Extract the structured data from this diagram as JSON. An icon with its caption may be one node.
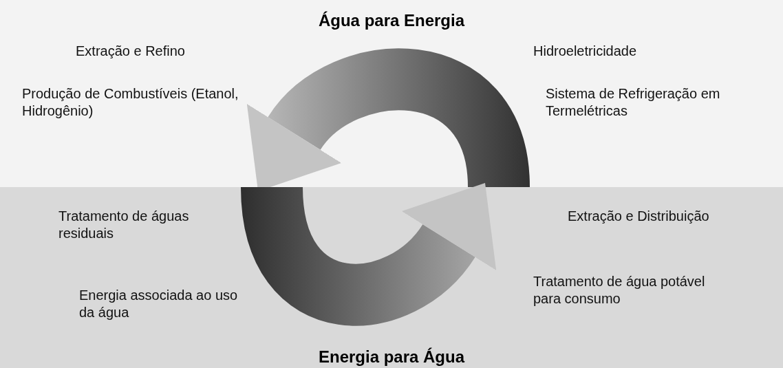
{
  "diagram": {
    "nodes": [
      {
        "text": [
          "Água para Energia"
        ]
      },
      {
        "text": [
          "Energia para Água"
        ]
      }
    ],
    "labels": [
      "Extração e Refino",
      "Hidroeletricidade",
      "Produção de Combustíveis (Etanol, Hidrogênio)",
      "Sistema de Refrigeração em Termelétricas",
      "Tratamento de águas residuais",
      "Extração e Distribuição",
      "Energia associada ao uso da água",
      "Tratamento de água potável para consumo"
    ]
  }
}
